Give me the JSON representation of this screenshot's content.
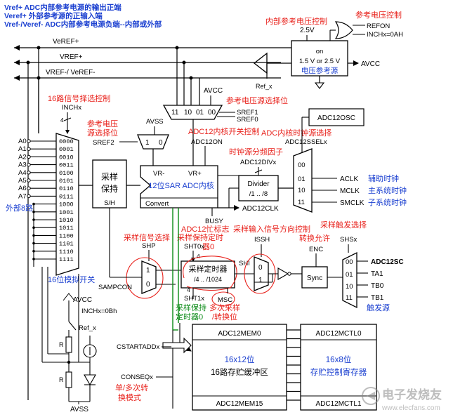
{
  "header": {
    "line1": "Vref+ ADC内部参考电源的输出正端",
    "line2": "Veref+ 外部参考源的正输入端",
    "line3": "Vref-/Veref- ADC内部参考电源负端--内部或外部"
  },
  "rails": {
    "veref_plus": "VeREF+",
    "vref_plus": "VREF+",
    "vref_minus": "VREF-/ VeREF-"
  },
  "reference": {
    "control_note": "参考电压控制",
    "internal_note": "内部参考电压控制",
    "v25": "2.5V",
    "refon": "REFON",
    "inchx": "INCHx=0AH",
    "on": "on",
    "range": "1.5 V or 2.5 V",
    "source": "电压参考源",
    "avcc_out": "AVCC",
    "ref_x": "Ref_x",
    "select_note": "参考电压源选择位",
    "avcc_top": "AVCC",
    "mux_codes": [
      "11",
      "10",
      "01",
      "00"
    ],
    "sref1": "SREF1",
    "sref0": "SREF0"
  },
  "input_mux": {
    "note": "16路信号择选控制",
    "inchx": "INCHx",
    "bus_width": "4",
    "channels": [
      "A0",
      "A1",
      "A2",
      "A3",
      "A4",
      "A5",
      "A6",
      "A7"
    ],
    "external": "外部8路",
    "codes": [
      "0000",
      "0001",
      "0010",
      "0011",
      "0100",
      "0101",
      "0110",
      "0111",
      "1000",
      "1001",
      "1010",
      "1011",
      "1100",
      "1101",
      "1110",
      "1111"
    ],
    "switch_note": "16位模拟开关"
  },
  "sref2_mux": {
    "note_line1": "参考电压",
    "note_line2": "源选择位",
    "sref2": "SREF2",
    "avss": "AVSS",
    "one": "1",
    "zero": "0"
  },
  "core": {
    "on_note": "ADC12内核开关控制",
    "adc12on": "ADC12ON",
    "vr_minus": "VR-",
    "vr_plus": "VR+",
    "title": "12位SAR ADC内核",
    "convert": "Convert",
    "busy": "BUSY",
    "busy_note": "ADC12忙标志",
    "adc12clk": "ADC12CLK"
  },
  "sample_hold": {
    "label1": "采样",
    "label2": "保持",
    "sh": "S/H"
  },
  "divider": {
    "note": "时钟源分频因子",
    "divx": "ADC12DIVx",
    "title": "Divider",
    "range": "/1 .. /8"
  },
  "clock": {
    "osc": "ADC12OSC",
    "note": "ADC内核时钟源选择",
    "ssel": "ADC12SSELx",
    "codes": [
      "00",
      "01",
      "10",
      "11"
    ],
    "sources": [
      "ACLK",
      "MCLK",
      "SMCLK"
    ],
    "descs": [
      "辅助时钟",
      "主系统时钟",
      "子系统时钟"
    ]
  },
  "sampling": {
    "shp_note": "采样信号选择",
    "shp": "SHP",
    "mux_one": "1",
    "mux_zero": "0",
    "sampcon": "SAMPCON",
    "timer_note_line1": "采样保持定时",
    "timer_note_line2": "器0",
    "sht0x": "SHT0x",
    "bus4a": "4",
    "timer_title": "采样定时器",
    "timer_range": "/4 .. /1024",
    "bus4b": "4",
    "sht1x": "SHT1x",
    "timer1_note_line1": "采样保持",
    "timer1_note_line2": "定时器0",
    "msc": "MSC",
    "msc_note_line1": "多次采样",
    "msc_note_line2": "/转换位",
    "dir_note": "采样输入信号方向控制",
    "issh": "ISSH",
    "shi": "SHI",
    "allow_note": "转换允许",
    "enc": "ENC",
    "sync": "Sync",
    "trig_note": "采样触发选择",
    "shsx": "SHSx",
    "trig_codes": [
      "00",
      "01",
      "10",
      "11"
    ],
    "trig_sources": [
      "ADC12SC",
      "TA1",
      "TB0",
      "TB1"
    ],
    "trig_src_note": "触发源"
  },
  "bottom_left": {
    "avcc": "AVCC",
    "inchx0b": "INCHx=0Bh",
    "r1": "R",
    "r2": "R",
    "ref_x": "Ref_x",
    "avss": "AVSS"
  },
  "memory": {
    "cstartadd": "CSTARTADDx",
    "conseq": "CONSEQx",
    "mode_line1": "单/多次转",
    "mode_line2": "换模式",
    "mem0": "ADC12MEM0",
    "mem_line1": "16x12位",
    "mem_line2": "16路存贮缓冲区",
    "mem15": "ADC12MEM15",
    "mctl0": "ADC12MCTL0",
    "mctl_line1": "16x8位",
    "mctl_line2": "存贮控制寄存器",
    "mctl15": "ADC12MCTL1"
  },
  "watermark": {
    "title": "电子发烧友",
    "url": "www.elecfans.com"
  }
}
